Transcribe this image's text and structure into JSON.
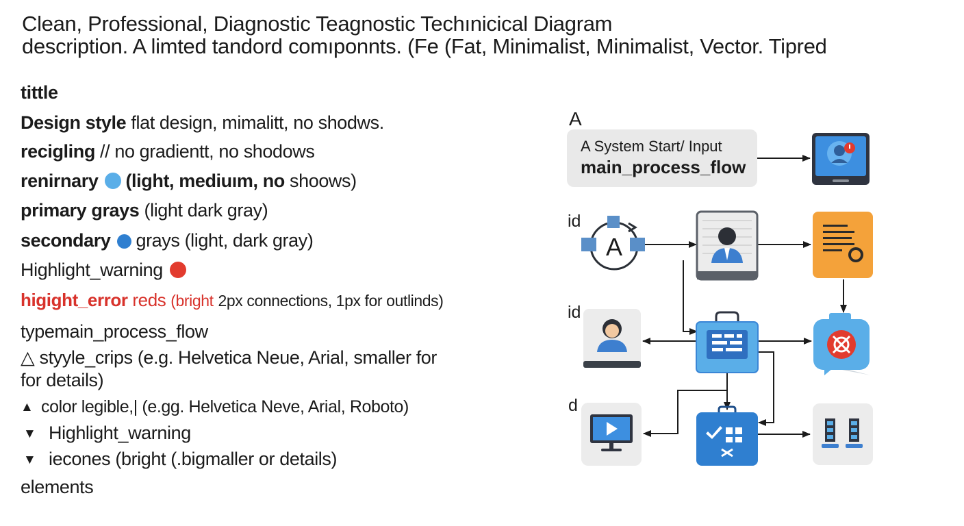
{
  "header": {
    "line1": "Clean, Professional, Diagnostic Teagnostic Techınicical Diagram",
    "line2": "description. A limted tandord comıponnts. (Fe (Fat, Minimalist, Minimalist, Vector. Tipred"
  },
  "spec": {
    "title": "tittle",
    "design_style_key": "Design style",
    "design_style_val": "flat design, mimalitt, no shodws.",
    "recigling_key": "recigling",
    "recigling_val": "// no gradientt, no shodows",
    "renirnary_key": "renirnary",
    "renirnary_val_a": "(light, mediuım,",
    "renirnary_val_b": "no",
    "renirnary_val_c": "shoows)",
    "primary_key": "primary grays",
    "primary_val": "(light dark gray)",
    "secondary_key": "secondary",
    "secondary_val": "grays (light, dark gray)",
    "highlight_key": "Highlight_warning",
    "error_key": "higight_error",
    "error_reds": "reds",
    "error_bright": "(bright",
    "error_rest": "2px connections, 1px for outlinds)",
    "type_line": "typemain_process_flow",
    "style_sym": "△",
    "style_key": "styyle_crips",
    "style_val": "(e.g. Helvetica Neue, Arial, smaller for",
    "style_cont": "for details)",
    "color_line": "color legible,| (e.gg. Helvetica Neve, Arial, Roboto)",
    "warn2_line": "Highlight_warning",
    "icons_line": "iecones (bright (.bigmaller or details)",
    "elements": "elements"
  },
  "diagram": {
    "label_a": "A",
    "label_id1": "id",
    "label_id2": "id",
    "label_d": "d",
    "start_line1": "A   System Start/ Input",
    "start_line2": "main_process_flow",
    "node_a_letter": "A"
  },
  "colors": {
    "accent_light_blue": "#5aaee8",
    "accent_blue": "#3a86d6",
    "warning_red": "#e23b2e",
    "orange": "#f4a23a",
    "light_gray": "#ececec",
    "dark_frame": "#3a4048"
  },
  "icons": {
    "start_terminal": "monitor-user-icon",
    "node_a": "refresh-cycle-icon",
    "profile_card": "profile-card-icon",
    "document": "document-gear-icon",
    "user_frame": "user-avatar-icon",
    "data_module": "database-module-icon",
    "alert_bubble": "alert-bubble-icon",
    "video_monitor": "video-monitor-icon",
    "checklist_box": "checklist-box-icon",
    "server_racks": "server-rack-icon"
  }
}
